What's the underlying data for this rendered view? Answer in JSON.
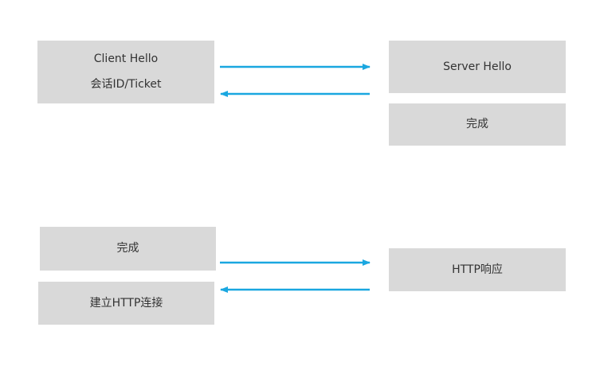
{
  "colors": {
    "box_fill": "#d9d9d9",
    "arrow": "#1aa7e0",
    "text": "#333333"
  },
  "phase1": {
    "client_box": {
      "line1": "Client Hello",
      "line2": "会话ID/Ticket"
    },
    "server_hello": "Server Hello",
    "server_done": "完成"
  },
  "phase2": {
    "client_done": "完成",
    "client_http": "建立HTTP连接",
    "server_http": "HTTP响应"
  }
}
